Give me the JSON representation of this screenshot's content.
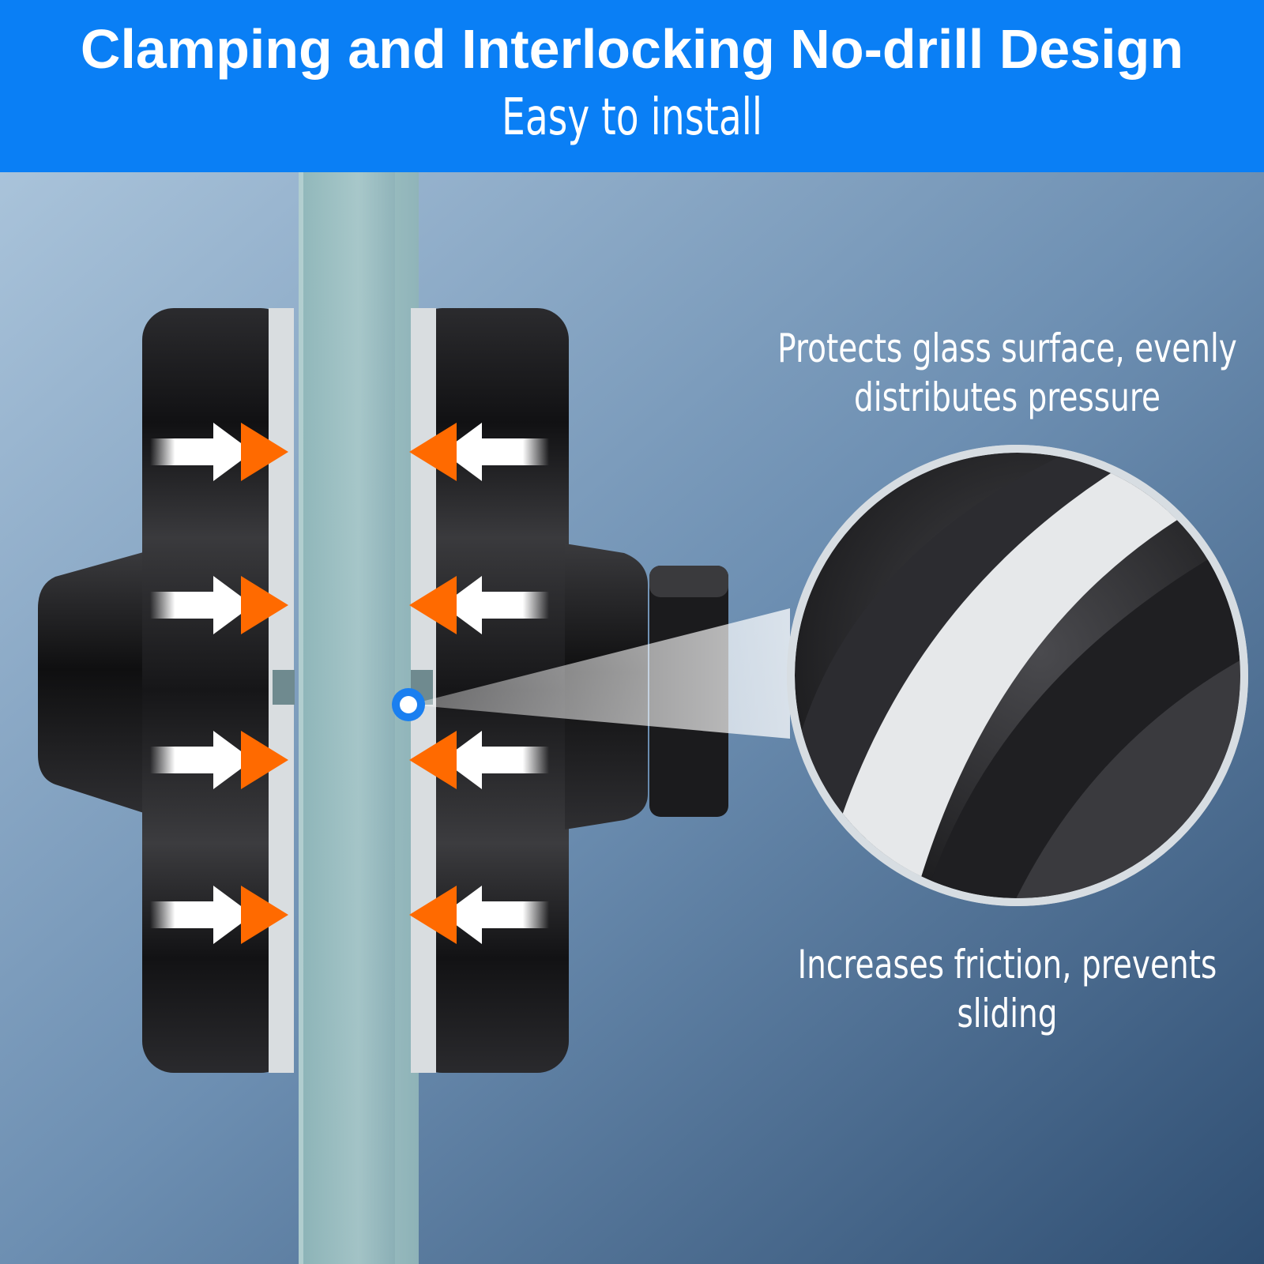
{
  "banner": {
    "title": "Clamping and Interlocking No-drill Design",
    "subtitle": "Easy to install"
  },
  "callouts": {
    "top_line1": "Protects glass surface, evenly",
    "top_line2": "distributes pressure",
    "bottom_line1": "Increases friction, prevents",
    "bottom_line2": "sliding"
  },
  "colors": {
    "banner": "#0a7ff5",
    "arrow_orange": "#ff6a00",
    "arrow_white": "#ffffff",
    "marker_blue": "#1a7ff0",
    "handle_black": "#1a1a1c"
  },
  "icons": [
    "compression-arrow-icon",
    "zoom-marker-icon"
  ]
}
